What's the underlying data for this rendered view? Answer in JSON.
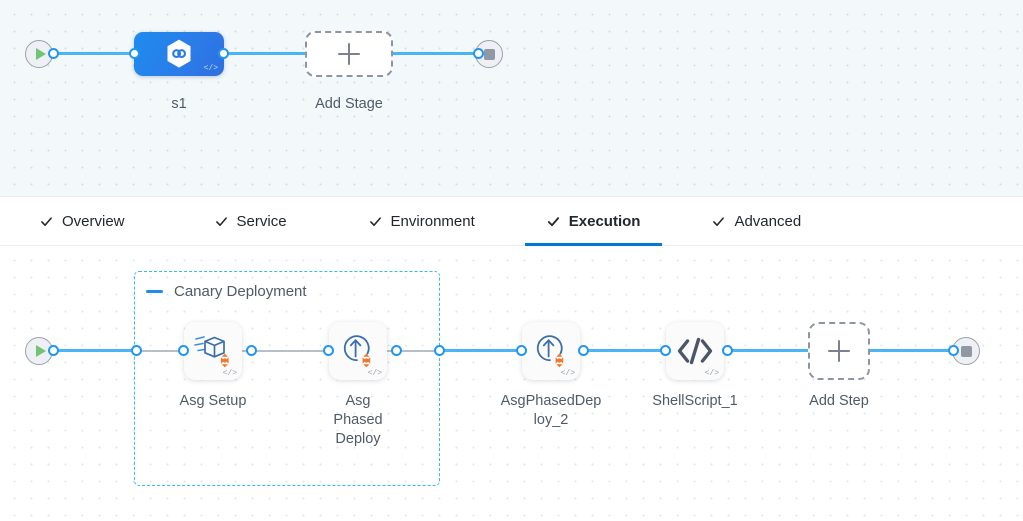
{
  "tabs": [
    {
      "label": "Overview",
      "icon": "check-icon",
      "active": false
    },
    {
      "label": "Service",
      "icon": "check-icon",
      "active": false
    },
    {
      "label": "Environment",
      "icon": "check-icon",
      "active": false
    },
    {
      "label": "Execution",
      "icon": "check-icon",
      "active": true
    },
    {
      "label": "Advanced",
      "icon": "check-icon",
      "active": false
    }
  ],
  "stage_canvas": {
    "start_node": {
      "icon": "play-icon"
    },
    "end_node": {
      "icon": "stop-icon"
    },
    "stage": {
      "label": "s1",
      "icon": "hexagon-link-icon",
      "badge": "</>"
    },
    "add_stage": {
      "label": "Add Stage",
      "icon": "plus-icon"
    }
  },
  "execution_canvas": {
    "start_node": {
      "icon": "play-icon"
    },
    "end_node": {
      "icon": "stop-icon"
    },
    "group": {
      "title": "Canary Deployment",
      "collapse_icon": "minus-icon"
    },
    "steps": [
      {
        "label": "Asg Setup",
        "icon": "asg-setup-icon",
        "badge": "</>",
        "in_group": true
      },
      {
        "label": "Asg Phased Deploy",
        "icon": "asg-phased-deploy-icon",
        "badge": "</>",
        "in_group": true
      },
      {
        "label": "AsgPhasedDeploy_2",
        "icon": "asg-phased-deploy-icon",
        "badge": "</>",
        "in_group": false
      },
      {
        "label": "ShellScript_1",
        "icon": "code-brackets-icon",
        "badge": "</>",
        "in_group": false
      }
    ],
    "add_step": {
      "label": "Add Step",
      "icon": "plus-icon"
    }
  },
  "colors": {
    "accent_blue": "#0278d5",
    "connector_blue": "#4ab4f5",
    "group_border": "#36b9f0",
    "stage_blue": "#2a7de9",
    "orange": "#f2762a",
    "start_green": "#72c472",
    "canvas_top_bg": "#f3f8fb",
    "canvas_bottom_bg": "#ffffff"
  }
}
